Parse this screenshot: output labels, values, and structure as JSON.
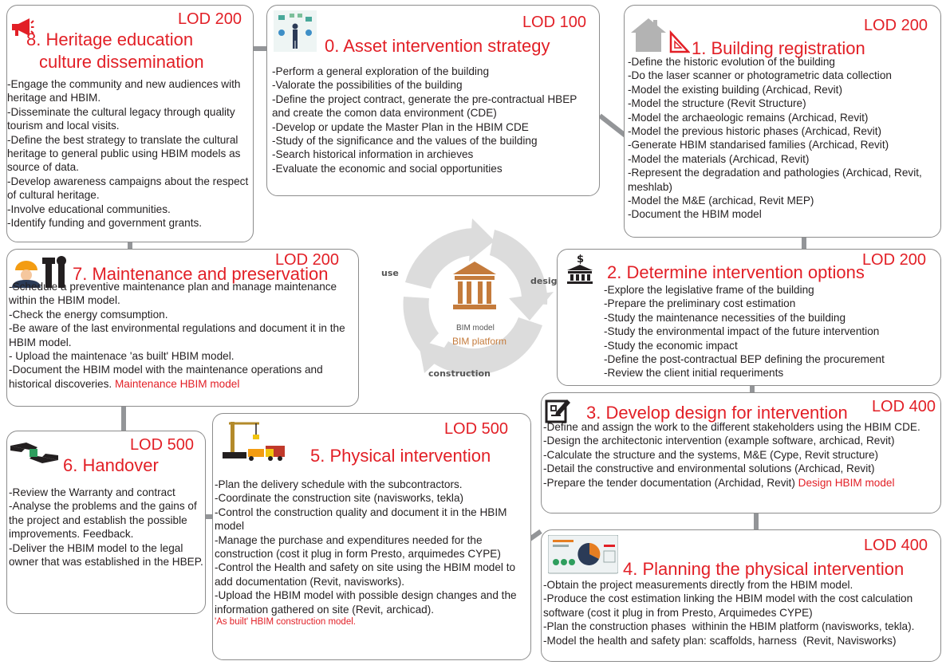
{
  "colors": {
    "accent": "#e21f26",
    "text": "#231f20",
    "border": "#8c8c8c",
    "cycle": "#dcdcdc",
    "bim": "#c47b3c"
  },
  "center": {
    "use": "use",
    "design": "design",
    "construction": "construction",
    "model": "BIM model",
    "platform": "BIM platform"
  },
  "boxes": {
    "b0": {
      "lod": "LOD 100",
      "title": "0. Asset intervention strategy",
      "icon": "strategy-illustration",
      "items": [
        "-Perform a general exploration of the building",
        "-Valorate the possibilities of the building",
        "-Define the project contract, generate the pre-contractual HBEP and create the comon data environment (CDE)",
        "-Develop or update the Master Plan in the HBIM CDE",
        "-Study of the significance and the values of the building",
        "-Search historical information in archieves",
        "-Evaluate the economic and social opportunities"
      ]
    },
    "b1": {
      "lod": "LOD 200",
      "title": "1. Building registration",
      "icon": "house-ruler-icon",
      "items": [
        "-Define the historic evolution of the building",
        "-Do the laser scanner or photogrametric data collection",
        "-Model the existing building (Archicad, Revit)",
        "-Model the structure (Revit Structure)",
        "-Model the archaeologic remains (Archicad, Revit)",
        "-Model the previous historic phases (Archicad, Revit)",
        "-Generate HBIM standarised families (Archicad, Revit)",
        "-Model the materials (Archicad, Revit)",
        "-Represent the degradation and pathologies (Archicad, Revit, meshlab)",
        "-Model the M&E (archicad, Revit MEP)",
        "-Document the HBIM model"
      ]
    },
    "b2": {
      "lod": "LOD 200",
      "title": "2. Determine intervention options",
      "icon": "bank-dollar-icon",
      "items": [
        "-Explore the legislative frame of the building",
        "-Prepare the preliminary cost estimation",
        "-Study the maintenance necessities of the building",
        "-Study the environmental impact of the future intervention",
        "-Study the economic impact",
        "-Define the post-contractual BEP defining the procurement",
        "-Review the client initial requeriments"
      ]
    },
    "b3": {
      "lod": "LOD 400",
      "title": "3. Develop design for intervention",
      "icon": "edit-document-icon",
      "items": [
        "-Define and assign the work to the different stakeholders using the HBIM CDE.",
        "-Design the architectonic intervention (example software, archicad, Revit)",
        "-Calculate the structure and the systems, M&E (Cype, Revit structure)",
        "-Detail the constructive and environmental solutions (Archicad, Revit)",
        "-Prepare the tender documentation (Archidad, Revit)"
      ],
      "highlight": "Design HBIM model"
    },
    "b4": {
      "lod": "LOD 400",
      "title": "4. Planning the physical intervention",
      "icon": "dashboard-icon",
      "items": [
        "-Obtain the project measurements directly from the HBIM model.",
        "-Produce the cost estimation linking the HBIM model with the cost calculation software (cost it plug in from Presto, Arquimedes CYPE)",
        "-Plan the construction phases  withinin the HBIM platform (navisworks, tekla).",
        "-Model the health and safety plan: scaffolds, harness  (Revit, Navisworks)"
      ]
    },
    "b5": {
      "lod": "LOD 500",
      "title": "5. Physical intervention",
      "icon": "construction-crane-icon",
      "items": [
        "-Plan the delivery schedule with the subcontractors.",
        "-Coordinate the construction site (navisworks, tekla)",
        "-Control the construction quality and document it in the HBIM model",
        "-Manage the purchase and expenditures needed for the construction (cost it plug in form Presto, arquimedes CYPE)",
        "-Control the Health and safety on site using the HBIM model to add documentation (Revit, navisworks).",
        "-Upload the HBIM model with possible design changes and the information gathered on site (Revit, archicad)."
      ],
      "highlight": "'As built' HBIM construction model."
    },
    "b6": {
      "lod": "LOD 500",
      "title": "6. Handover",
      "icon": "handover-hands-icon",
      "items": [
        "-Review the Warranty and contract",
        "-Analyse the problems and the gains of the project and establish the possible improvements. Feedback.",
        "-Deliver the HBIM model to the legal owner that was established in the HBEP."
      ]
    },
    "b7": {
      "lod": "LOD 200",
      "title": "7. Maintenance and preservation",
      "icon": "worker-tools-icon",
      "items": [
        "-Schedule a preventive maintenance plan and manage maintenance within the HBIM model.",
        "-Check the energy comsumption.",
        "-Be aware of the last environmental regulations and document it in the HBIM model.",
        "- Upload the maintenace 'as built' HBIM model.",
        "-Document the HBIM model with the maintenance operations and historical discoveries."
      ],
      "highlight": "Maintenance HBIM model"
    },
    "b8": {
      "lod": "LOD 200",
      "title1": "8. Heritage education",
      "title2": "culture dissemination",
      "icon": "megaphone-icon",
      "items": [
        "-Engage the community and new audiences with heritage and HBIM.",
        "-Disseminate the cultural legacy through quality tourism and local visits.",
        "-Define the best strategy to translate the cultural heritage to general public using HBIM models as source of data.",
        "-Develop awareness campaigns about the respect of cultural heritage.",
        "-Involve educational communities.",
        "-Identify funding and government grants."
      ]
    }
  }
}
